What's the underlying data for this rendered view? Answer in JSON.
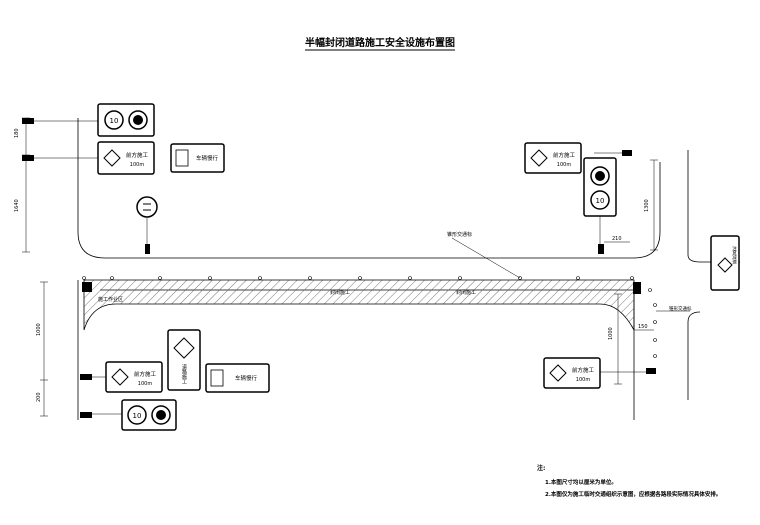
{
  "title": "半幅封闭道路施工安全设施布置图",
  "road_labels": {
    "closed_1": "封闭施工",
    "closed_2": "封闭施工",
    "work_zone": "施工作业区",
    "cone_top": "锥形交通标",
    "cone_right": "锥形交通标"
  },
  "dimensions": {
    "d180": "180",
    "d1640": "1640",
    "d1000_left": "1000",
    "d200": "200",
    "d1300": "1300",
    "d210": "210",
    "d1000_right": "1000",
    "d150": "150"
  },
  "signs": {
    "speed_a": "10",
    "speed_b": "10",
    "speed_c": "10",
    "roadwork_top_left": "前方施工",
    "dist_top_left": "100m",
    "keep_right_top": "车辆慢行",
    "roadwork_top_right": "前方施工",
    "dist_top_right": "100m",
    "roadwork_bottom_left": "前方施工",
    "dist_bottom_left": "100m",
    "keep_right_bottom": "车辆慢行",
    "vertical_sign": "道路施工",
    "roadwork_bottom_right": "前方施工",
    "dist_bottom_right": "100m",
    "right_vertical": "注意减速"
  },
  "notes": {
    "header": "注:",
    "line1": "1.本图尺寸均以厘米为单位。",
    "line2": "2.本图仅为施工临时交通组织示意图，应根据各路段实际情况具体安排。"
  },
  "colors": {
    "line": "#000000",
    "hatch": "#555555",
    "background": "#ffffff"
  }
}
